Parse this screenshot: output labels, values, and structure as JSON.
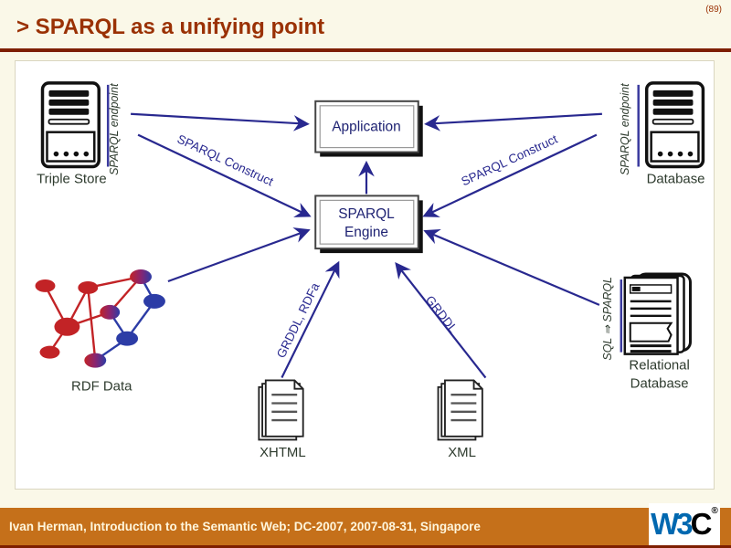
{
  "slide": {
    "title": "> SPARQL as a unifying point",
    "page_number": "(89)"
  },
  "diagram": {
    "application": {
      "label": "Application"
    },
    "engine": {
      "line1": "SPARQL",
      "line2": "Engine"
    },
    "triple_store": {
      "label": "Triple Store",
      "side_label": "SPARQL endpoint"
    },
    "database": {
      "label": "Database",
      "side_label": "SPARQL endpoint"
    },
    "relational_database": {
      "label_line1": "Relational",
      "label_line2": "Database",
      "side_label": "SQL ⇒ SPARQL"
    },
    "rdf_data": {
      "label": "RDF Data"
    },
    "xhtml": {
      "label": "XHTML"
    },
    "xml": {
      "label": "XML"
    },
    "arrows": {
      "left_construct": "SPARQL Construct",
      "right_construct": "SPARQL Construct",
      "grddl_rdfa": "GRDDL, RDFa",
      "grddl": "GRDDL"
    }
  },
  "footer": {
    "text": "Ivan Herman, Introduction to the Semantic Web; DC-2007, 2007-08-31, Singapore",
    "w3c_w3": "W3",
    "w3c_c": "C",
    "w3c_reg": "®"
  },
  "colors": {
    "title": "#9A3104",
    "separator": "#7E1F00",
    "footer_bg": "#C5701A",
    "arrow_navy": "#28288F",
    "node_red": "#C22326",
    "node_blue": "#2C3CA6",
    "label_green": "#2E3B2E",
    "w3c_blue": "#0068B0"
  }
}
